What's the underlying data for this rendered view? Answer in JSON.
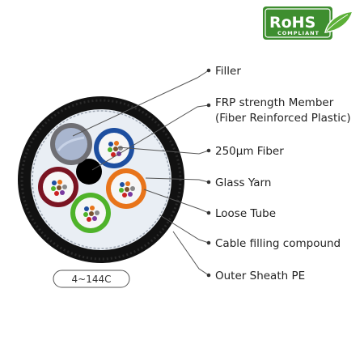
{
  "logo": {
    "main": "RoHS",
    "sub": "COMPLIANT",
    "color": "#3e8e2f"
  },
  "labels": {
    "filler": "Filler",
    "frp_line1": "FRP strength Member",
    "frp_line2": "(Fiber Reinforced Plastic)",
    "fiber": "250μm Fiber",
    "glass_yarn": "Glass Yarn",
    "loose_tube": "Loose Tube",
    "filling_compound": "Cable filling compound",
    "outer_sheath": "Outer Sheath PE"
  },
  "badge": {
    "text": "4~144C"
  },
  "colors": {
    "sheath": "#111111",
    "tube_blue": "#1e4fa0",
    "tube_red": "#7a1422",
    "tube_green": "#4fb32a",
    "tube_orange": "#e8741a",
    "filler": "#a9b6cf",
    "leader": "#555555"
  }
}
